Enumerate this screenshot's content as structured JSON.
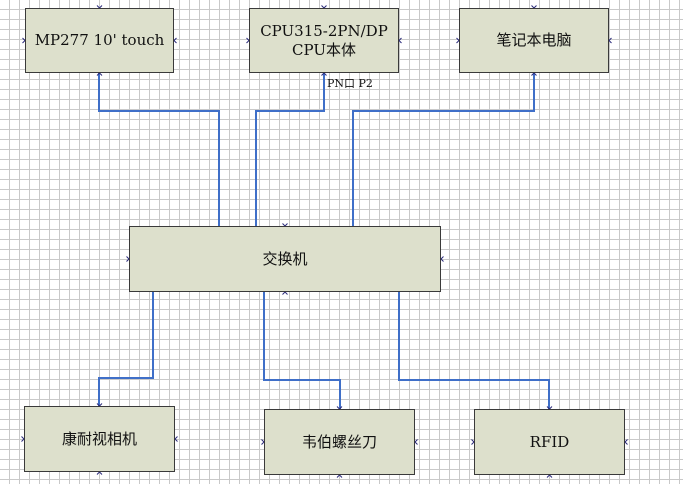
{
  "nodes": {
    "hmi": "MP277 10' touch",
    "cpu": "CPU315-2PN/DP\nCPU本体",
    "laptop": "笔记本电脑",
    "switch": "交换机",
    "camera": "康耐视相机",
    "screwdriver": "韦伯螺丝刀",
    "rfid": "RFID"
  },
  "labels": {
    "cpu_port": "PN口 P2"
  },
  "colors": {
    "box_fill": "#dde0cc",
    "box_border": "#3a3a3a",
    "connector": "#3f6fc8",
    "handle": "#2a2a7a"
  }
}
